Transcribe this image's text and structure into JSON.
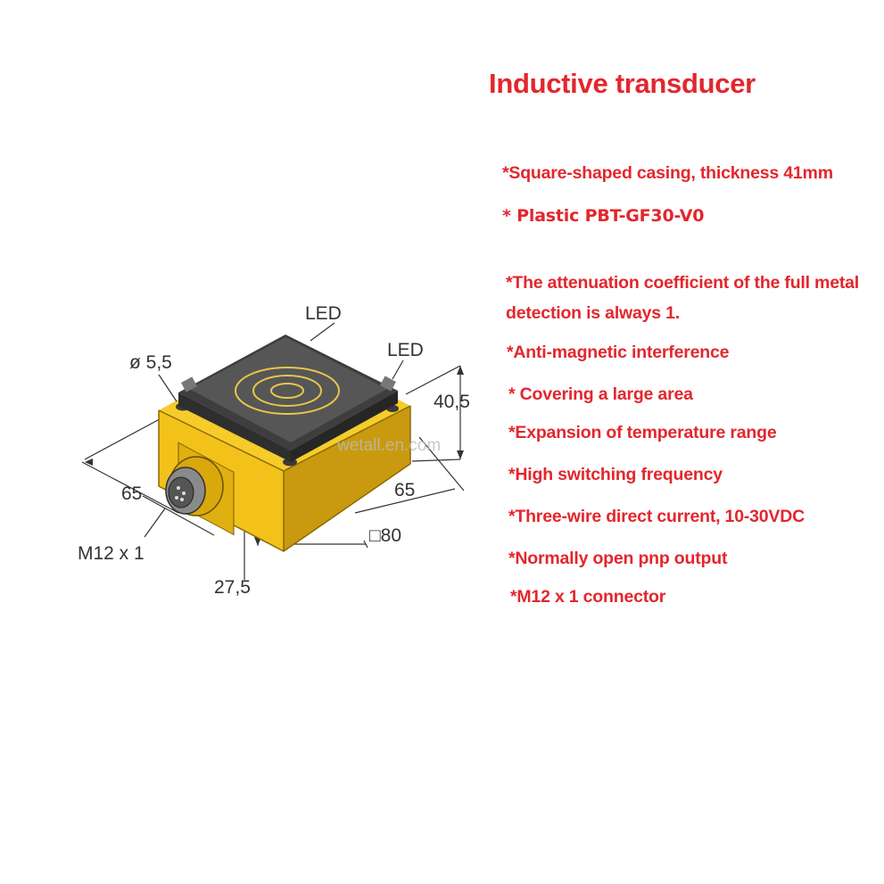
{
  "title": "Inductive transducer",
  "features": [
    "*Square-shaped casing, thickness 41mm",
    "* Plastic PBT-GF30-V0",
    "*The attenuation coefficient of the full metal detection is always 1.",
    "*Anti-magnetic interference",
    "* Covering a large area",
    "*Expansion of temperature range",
    "*High switching frequency",
    "*Three-wire direct current, 10-30VDC",
    "*Normally open  pnp output",
    "*M12 x 1 connector"
  ],
  "diagram": {
    "labels": {
      "led_top": "LED",
      "led_right": "LED",
      "hole": "ø 5,5",
      "height": "40,5",
      "width_left": "65",
      "width_right": "65",
      "square": "□80",
      "connector": "M12 x 1",
      "offset": "27,5"
    },
    "watermark": "wetall.en.com",
    "colors": {
      "housing": "#f2c21a",
      "housing_dark": "#c99a10",
      "cap": "#4a4a4a",
      "cap_light": "#6a6a6a",
      "sensor_ring": "#e8c64a",
      "dimension_line": "#333333"
    }
  }
}
